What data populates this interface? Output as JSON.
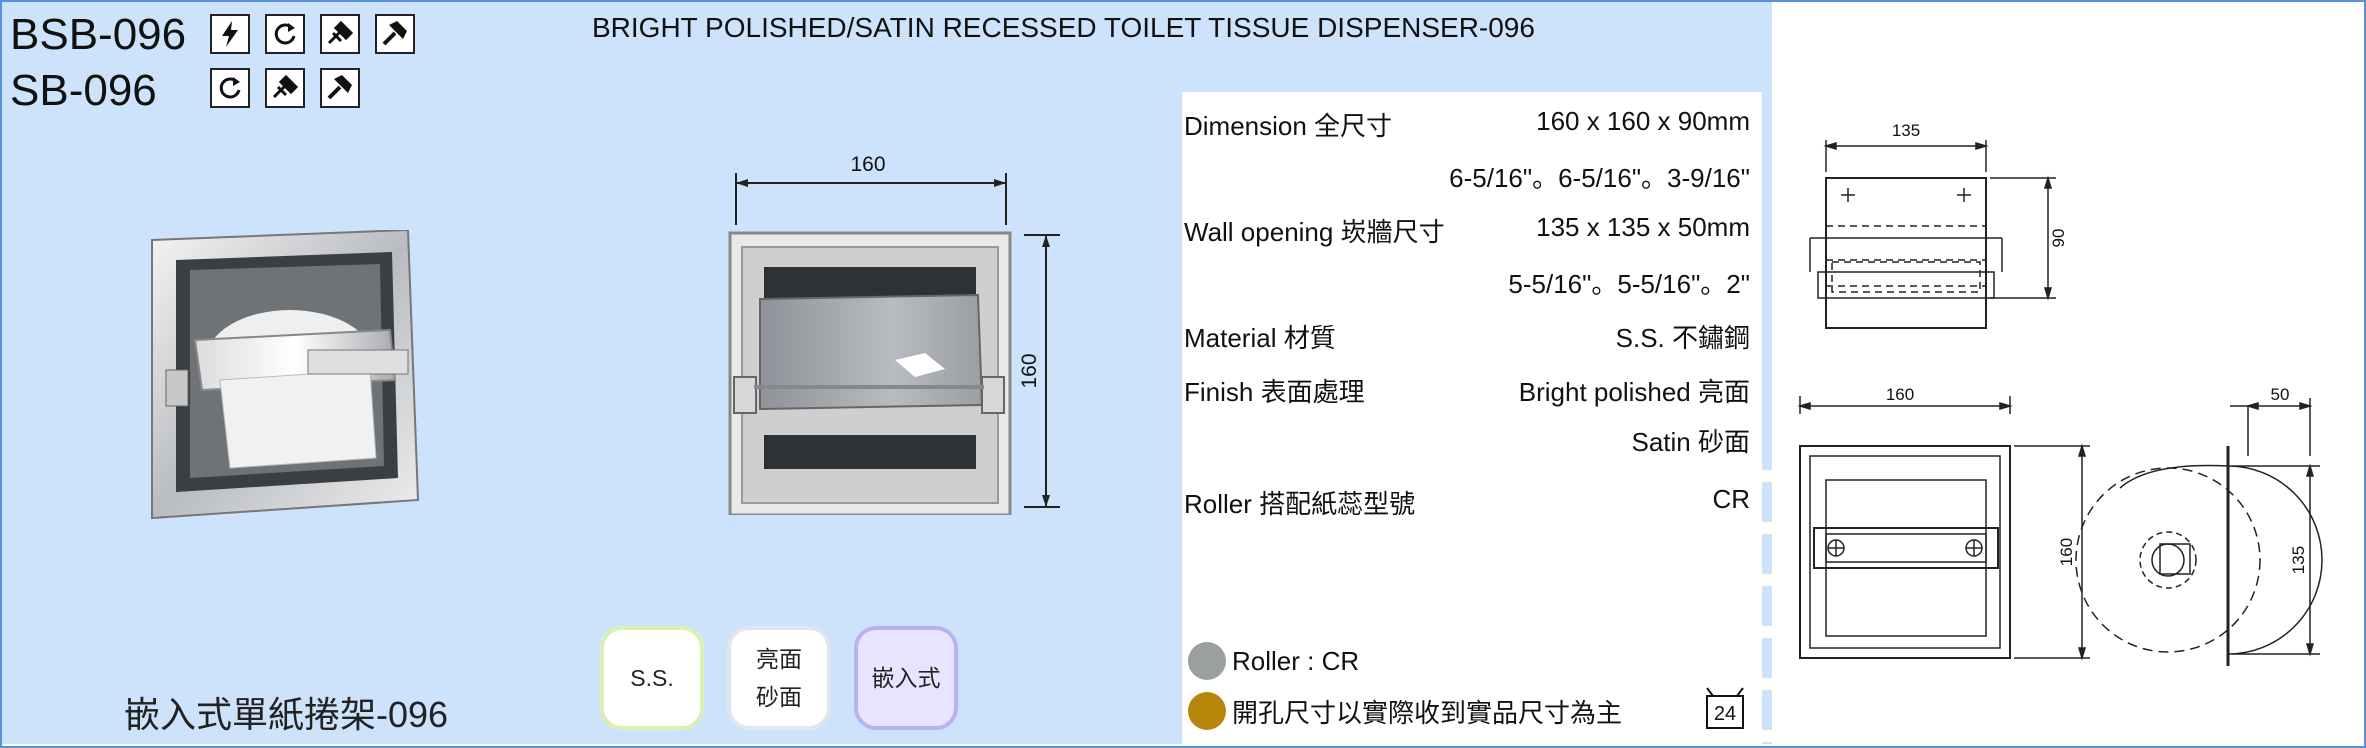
{
  "header": {
    "model_1": "BSB-096",
    "model_2": "SB-096",
    "title": "BRIGHT POLISHED/SATIN RECESSED TOILET TISSUE DISPENSER-096"
  },
  "icons": {
    "row1": [
      "lightning-icon",
      "rotate-icon",
      "screw-icon",
      "hammer-icon"
    ],
    "row2": [
      "rotate-icon",
      "screw-icon",
      "hammer-icon"
    ]
  },
  "front_drawing": {
    "width_label": "160",
    "height_label": "160"
  },
  "specs": {
    "dimension_label": "Dimension 全尺寸",
    "dimension_value": "160 x 160 x 90mm",
    "dimension_inch": "6-5/16\"。6-5/16\"。3-9/16\"",
    "wall_label": "Wall opening 崁牆尺寸",
    "wall_value": "135 x 135 x 50mm",
    "wall_inch": "5-5/16\"。5-5/16\"。2\"",
    "material_label": "Material 材質",
    "material_value": "S.S. 不鏽鋼",
    "finish_label": "Finish 表面處理",
    "finish_value_1": "Bright polished 亮面",
    "finish_value_2": "Satin 砂面",
    "roller_label": "Roller 搭配紙蕊型號",
    "roller_value": "CR"
  },
  "badges": {
    "ss": "S.S.",
    "finish_1": "亮面",
    "finish_2": "砂面",
    "type": "嵌入式"
  },
  "product_name_cn": "嵌入式單紙捲架-096",
  "notes": {
    "roller": "Roller : CR",
    "opening": "開孔尺寸以實際收到實品尺寸為主",
    "roller_dot_color": "#9aa0a0",
    "opening_dot_color": "#b8860b"
  },
  "page_number": "24",
  "tech_drawing": {
    "top_width": "135",
    "top_height": "90",
    "front_width": "160",
    "front_height": "160",
    "side_depth": "50",
    "side_height": "135"
  }
}
